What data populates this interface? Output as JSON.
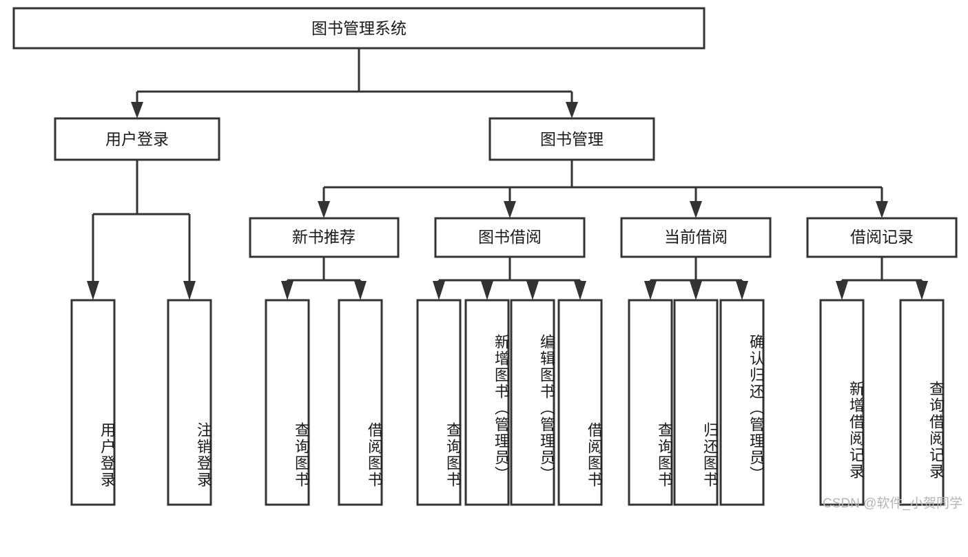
{
  "diagram": {
    "type": "tree-flowchart",
    "title": "图书管理系统",
    "watermark": "CSDN @软件_小贺同学",
    "colors": {
      "box_stroke": "#333333",
      "box_fill": "#ffffff",
      "text": "#1a1a1a",
      "connector": "#333333",
      "watermark": "#b5b5b5",
      "background": "#ffffff"
    },
    "root": {
      "id": "root",
      "label": "图书管理系统",
      "orientation": "horizontal"
    },
    "level2": [
      {
        "id": "user-login",
        "label": "用户登录",
        "orientation": "horizontal"
      },
      {
        "id": "book-management",
        "label": "图书管理",
        "orientation": "horizontal"
      }
    ],
    "level3": [
      {
        "id": "new-book-recommend",
        "label": "新书推荐",
        "orientation": "horizontal",
        "parent": "book-management"
      },
      {
        "id": "book-borrow",
        "label": "图书借阅",
        "orientation": "horizontal",
        "parent": "book-management"
      },
      {
        "id": "current-borrow",
        "label": "当前借阅",
        "orientation": "horizontal",
        "parent": "book-management"
      },
      {
        "id": "borrow-record",
        "label": "借阅记录",
        "orientation": "horizontal",
        "parent": "book-management"
      }
    ],
    "leaves": [
      {
        "id": "leaf-user-login",
        "label": "用户登录",
        "orientation": "vertical",
        "parent": "user-login"
      },
      {
        "id": "leaf-logout",
        "label": "注销登录",
        "orientation": "vertical",
        "parent": "user-login"
      },
      {
        "id": "leaf-query-book-1",
        "label": "查询图书",
        "orientation": "vertical",
        "parent": "new-book-recommend"
      },
      {
        "id": "leaf-borrow-book-1",
        "label": "借阅图书",
        "orientation": "vertical",
        "parent": "new-book-recommend"
      },
      {
        "id": "leaf-query-book-2",
        "label": "查询图书",
        "orientation": "vertical",
        "parent": "book-borrow"
      },
      {
        "id": "leaf-add-book",
        "label": "新增图书（管理员）",
        "orientation": "vertical",
        "parent": "book-borrow"
      },
      {
        "id": "leaf-edit-book",
        "label": "编辑图书（管理员）",
        "orientation": "vertical",
        "parent": "book-borrow"
      },
      {
        "id": "leaf-borrow-book-2",
        "label": "借阅图书",
        "orientation": "vertical",
        "parent": "book-borrow"
      },
      {
        "id": "leaf-query-book-3",
        "label": "查询图书",
        "orientation": "vertical",
        "parent": "current-borrow"
      },
      {
        "id": "leaf-return-book",
        "label": "归还图书",
        "orientation": "vertical",
        "parent": "current-borrow"
      },
      {
        "id": "leaf-confirm-return",
        "label": "确认归还（管理员）",
        "orientation": "vertical",
        "parent": "current-borrow"
      },
      {
        "id": "leaf-add-record",
        "label": "新增借阅记录",
        "orientation": "vertical",
        "parent": "borrow-record"
      },
      {
        "id": "leaf-query-record",
        "label": "查询借阅记录",
        "orientation": "vertical",
        "parent": "borrow-record"
      }
    ]
  }
}
